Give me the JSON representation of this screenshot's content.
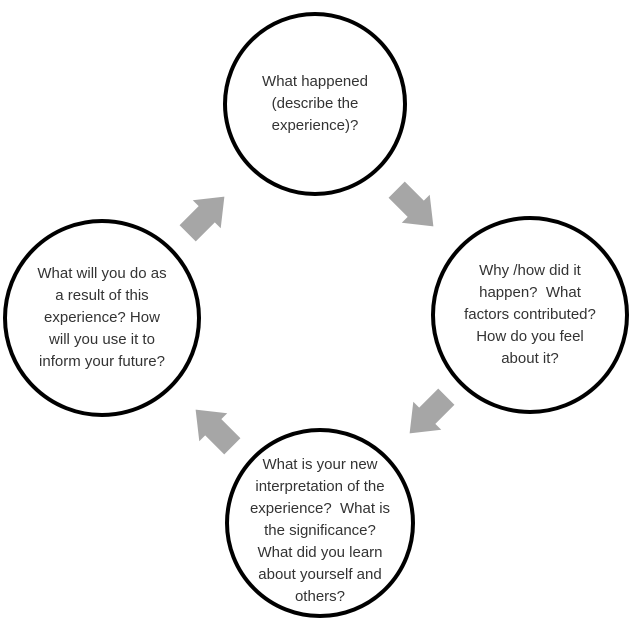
{
  "diagram": {
    "type": "cycle",
    "background": "#ffffff",
    "colors": {
      "arrow": "#a6a6a6",
      "circle_stroke": "#000000",
      "text": "#333333"
    },
    "nodes": [
      {
        "id": "what-happened",
        "position": "top",
        "text": "What happened\n(describe the\nexperience)?"
      },
      {
        "id": "why-how-happen",
        "position": "right",
        "text": "Why /how did it\nhappen?  What\nfactors contributed?\nHow do you feel\nabout it?"
      },
      {
        "id": "new-interpretation",
        "position": "bottom",
        "text": "What is your new\ninterpretation of the\nexperience?  What is\nthe significance?\nWhat did you learn\nabout yourself and\nothers?"
      },
      {
        "id": "future-action",
        "position": "left",
        "text": "What will you do as\na result of this\nexperience? How\nwill you use it to\ninform your future?"
      }
    ],
    "arrows": [
      {
        "from": "top",
        "to": "right",
        "direction": "southeast"
      },
      {
        "from": "right",
        "to": "bottom",
        "direction": "southwest"
      },
      {
        "from": "bottom",
        "to": "left",
        "direction": "northwest"
      },
      {
        "from": "left",
        "to": "top",
        "direction": "northeast"
      }
    ]
  }
}
